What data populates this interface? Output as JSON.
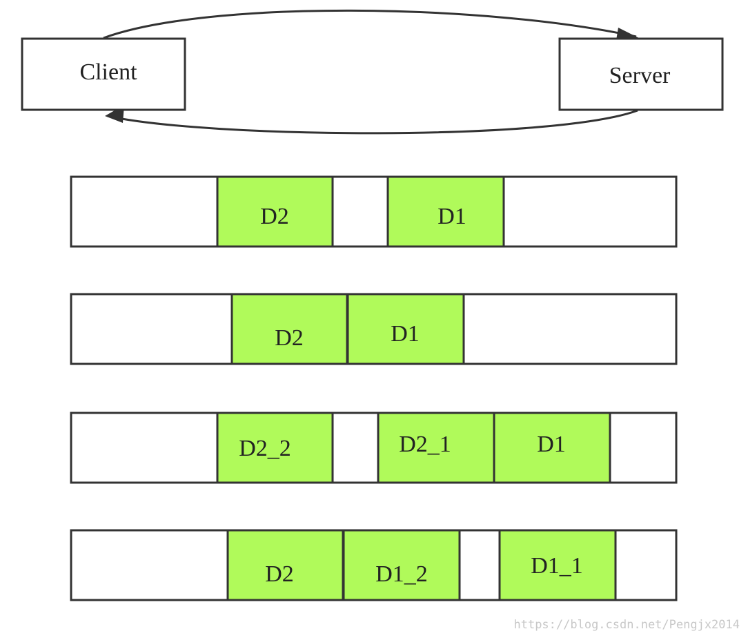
{
  "nodes": {
    "client": "Client",
    "server": "Server"
  },
  "rows": [
    {
      "packets": [
        "D2",
        "D1"
      ]
    },
    {
      "packets": [
        "D2",
        "D1"
      ]
    },
    {
      "packets": [
        "D2_2",
        "D2_1",
        "D1"
      ]
    },
    {
      "packets": [
        "D2",
        "D1_2",
        "D1_1"
      ]
    }
  ],
  "watermark": "https://blog.csdn.net/Pengjx2014",
  "colors": {
    "packet_fill": "#b0fa5a",
    "stroke": "#333333"
  }
}
